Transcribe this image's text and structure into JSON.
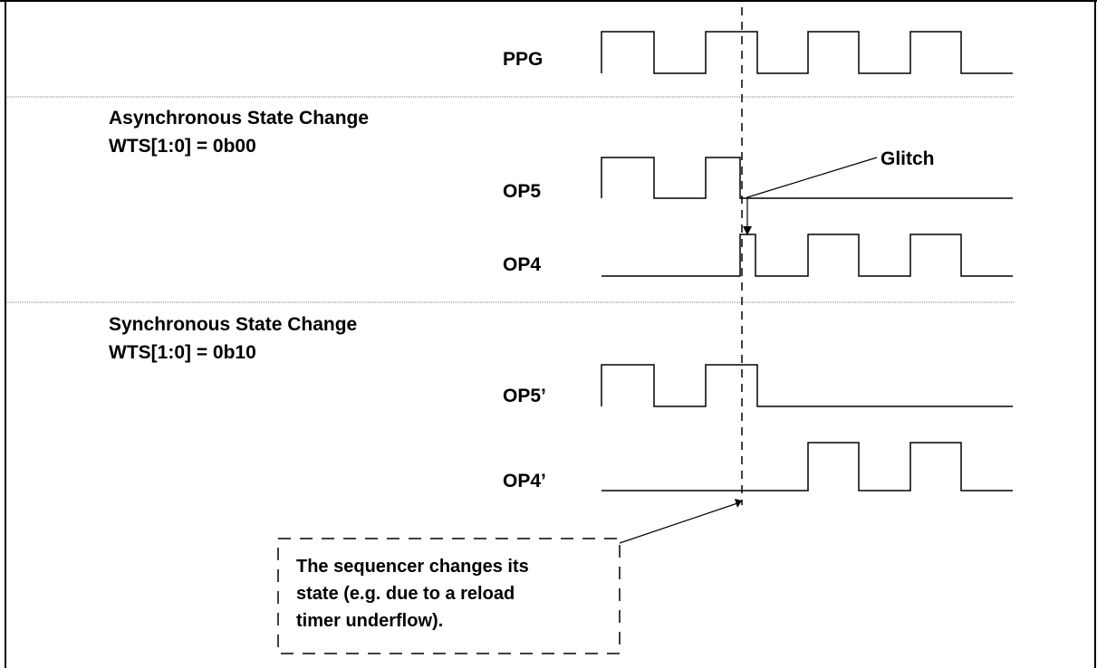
{
  "sections": [
    {
      "title": "Asynchronous State Change",
      "setting": "WTS[1:0] = 0b00"
    },
    {
      "title": "Synchronous State Change",
      "setting": "WTS[1:0] = 0b10"
    }
  ],
  "signals": [
    {
      "label": "PPG",
      "levels": [
        1,
        0,
        1,
        1,
        0,
        1,
        0,
        1,
        0
      ]
    },
    {
      "label": "OP5",
      "levels": [
        1,
        0,
        1,
        0,
        0,
        0,
        0,
        0,
        0
      ]
    },
    {
      "label": "OP4",
      "levels": [
        0,
        0,
        0,
        1,
        0,
        1,
        0,
        1,
        0
      ]
    },
    {
      "label": "OP5’",
      "levels": [
        1,
        0,
        1,
        1,
        0,
        0,
        0,
        0,
        0
      ]
    },
    {
      "label": "OP4’",
      "levels": [
        0,
        0,
        0,
        0,
        0,
        1,
        0,
        1,
        0
      ]
    }
  ],
  "glitch_label": "Glitch",
  "note": {
    "lines": [
      "The sequencer changes its",
      "state (e.g. due to a reload",
      "timer underflow)."
    ]
  },
  "colors": {
    "line": "#000000",
    "background": "#ffffff"
  }
}
